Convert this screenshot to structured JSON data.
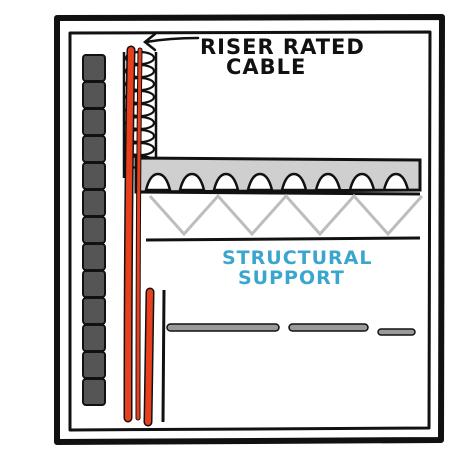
{
  "labels": {
    "cable_line1": "RISER RATED",
    "cable_line2": "CABLE",
    "support_line1": "STRUCTURAL",
    "support_line2": "SUPPORT"
  },
  "colors": {
    "outline": "#111111",
    "cable": "#e8401c",
    "riser_block": "#555555",
    "truss_fill": "#cfcfcf",
    "truss_web": "#bdbdbd",
    "dash": "#9a9a9a",
    "support_text": "#3aa6cf",
    "background": "#ffffff"
  }
}
